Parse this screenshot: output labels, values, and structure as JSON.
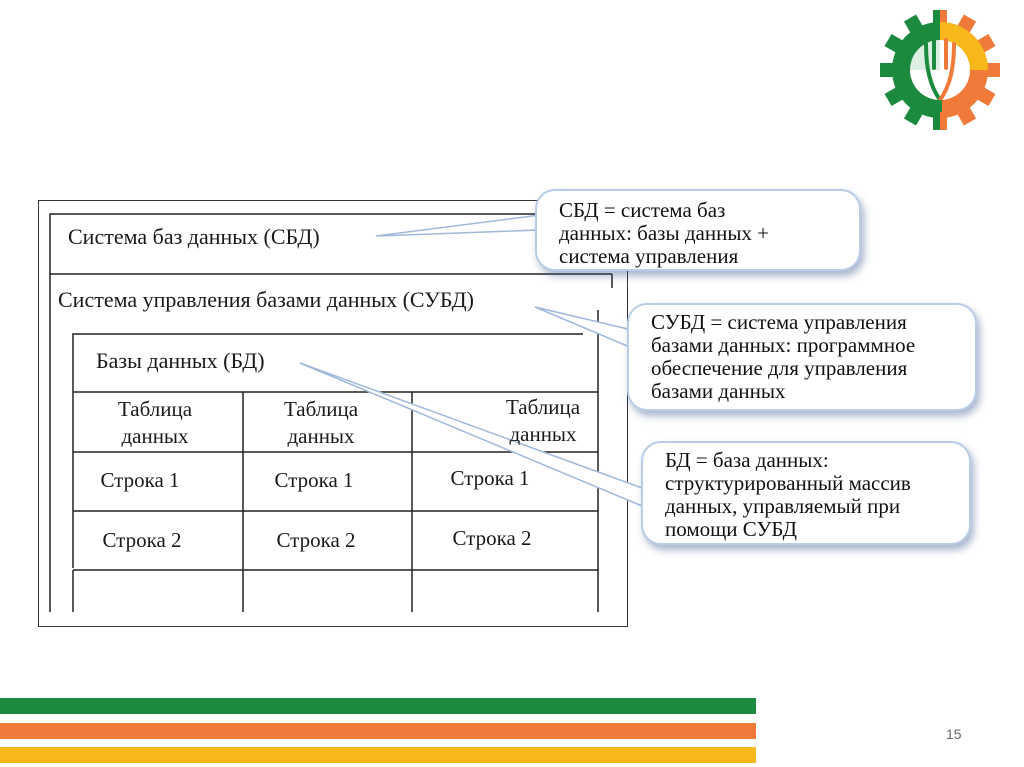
{
  "diagram": {
    "sbd_label": "Система баз данных (СБД)",
    "subd_label": "Система управления базами данных (СУБД)",
    "bd_label": "Базы данных (БД)",
    "table_headers": [
      "Таблица\nданных",
      "Таблица\nданных",
      "Таблица\nданных"
    ],
    "rows": [
      [
        "Строка 1",
        "Строка 1",
        "Строка 1"
      ],
      [
        "Строка 2",
        "Строка 2",
        "Строка 2"
      ]
    ]
  },
  "callouts": {
    "sbd": "СБД = система баз\nданных: базы данных +\nсистема управления",
    "subd": "СУБД = система управления\nбазами данных: программное\nобеспечение для управления\nбазами данных",
    "bd": "БД = база данных:\nструктурированный массив\nданных, управляемый при\nпомощи СУБД"
  },
  "footer": {
    "page_number": "15"
  },
  "colors": {
    "stripe_green": "#1b8a3e",
    "stripe_orange": "#f07a3a",
    "stripe_yellow": "#f6b81a",
    "callout_border": "#b9cde6"
  },
  "icons": {
    "logo": "gear-wheat-logo-icon"
  }
}
